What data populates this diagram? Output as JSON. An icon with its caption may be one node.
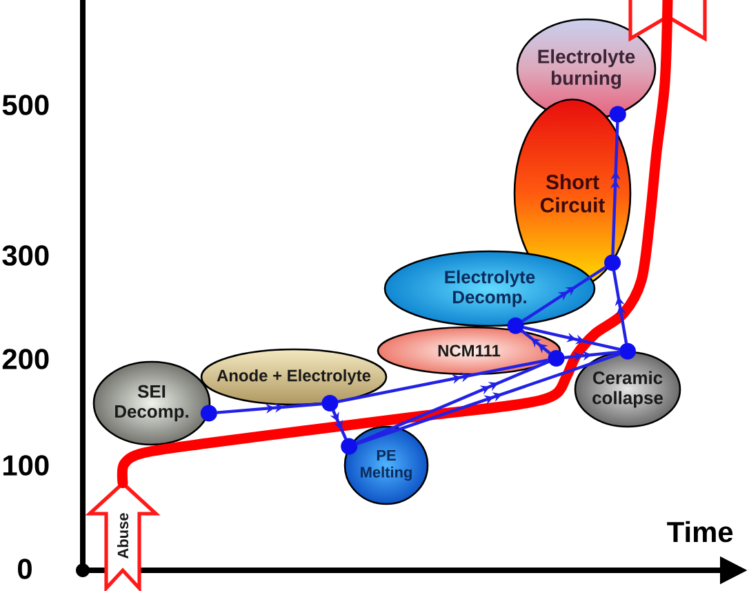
{
  "diagram": {
    "nodes": [
      {
        "text": [],
        "shape": "arrow"
      },
      {
        "text": [
          "Electrolyte burning"
        ]
      },
      {
        "text": [
          "Short Circuit"
        ]
      },
      {
        "text": [
          "Electrolyte Decomp."
        ]
      },
      {
        "text": [
          "NCM111"
        ]
      },
      {
        "text": [
          "Anode + Electrolyte"
        ]
      },
      {
        "text": [
          "Ceramic collapse"
        ]
      },
      {
        "text": [
          "SEI Decomp."
        ]
      },
      {
        "text": [
          "PE Melting"
        ]
      },
      {
        "text": [
          "Abuse"
        ]
      }
    ],
    "edges": [
      {
        "from": 7,
        "to": 5,
        "arrow": "to"
      },
      {
        "from": 5,
        "to": 8,
        "arrow": "to"
      },
      {
        "from": 5,
        "to": 4,
        "arrow": "to"
      },
      {
        "from": 8,
        "to": 4,
        "arrow": "to"
      },
      {
        "from": 8,
        "to": 6,
        "arrow": "to"
      },
      {
        "from": 4,
        "to": 3,
        "arrow": "to"
      },
      {
        "from": 4,
        "to": 6,
        "arrow": "to"
      },
      {
        "from": 3,
        "to": 2,
        "arrow": "to"
      },
      {
        "from": 3,
        "to": 6,
        "arrow": "to"
      },
      {
        "from": 6,
        "to": 2,
        "arrow": "to"
      },
      {
        "from": 2,
        "to": 1,
        "arrow": "to"
      },
      {
        "from": 9,
        "to": 0,
        "arrow": "none",
        "style": "thick",
        "color": "#ff0000"
      }
    ],
    "labels": [
      "500",
      "300",
      "200",
      "100",
      "Time",
      "0"
    ]
  }
}
